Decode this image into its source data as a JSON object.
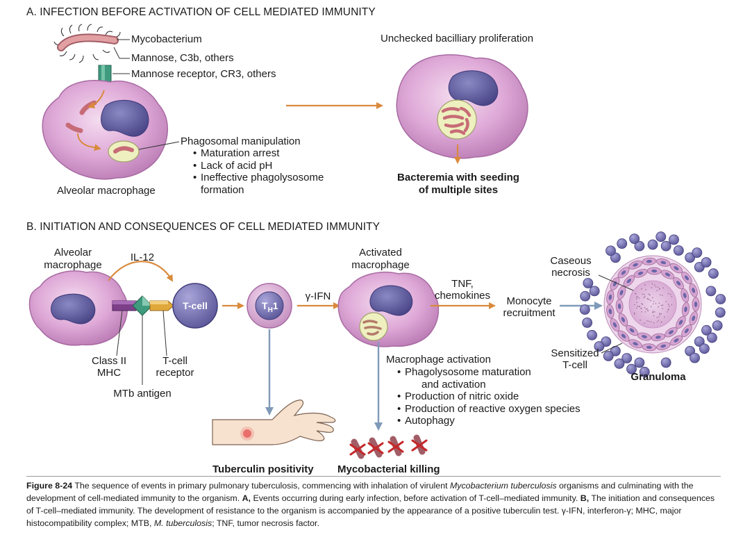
{
  "section_a": {
    "title": "A. INFECTION BEFORE ACTIVATION OF CELL MEDIATED IMMUNITY",
    "labels": {
      "mycobacterium": "Mycobacterium",
      "mannose_c3b": "Mannose, C3b, others",
      "mannose_receptor": "Mannose receptor, CR3, others",
      "alveolar_macrophage": "Alveolar macrophage",
      "phagosomal_title": "Phagosomal manipulation",
      "phagosomal_items": [
        "Maturation arrest",
        "Lack of acid pH",
        "Ineffective phagolysosome",
        "formation"
      ],
      "unchecked": "Unchecked bacilliary proliferation",
      "bacteremia_line1": "Bacteremia with seeding",
      "bacteremia_line2": "of multiple sites"
    }
  },
  "section_b": {
    "title": "B. INITIATION AND CONSEQUENCES OF CELL MEDIATED IMMUNITY",
    "labels": {
      "alveolar_line1": "Alveolar",
      "alveolar_line2": "macrophage",
      "il12": "IL-12",
      "tcell": "T-cell",
      "th1_main": "T",
      "th1_sub": "H",
      "th1_num": "1",
      "gamma_ifn": "γ-IFN",
      "activated_line1": "Activated",
      "activated_line2": "macrophage",
      "tnf_line1": "TNF,",
      "tnf_line2": "chemokines",
      "monocyte_line1": "Monocyte",
      "monocyte_line2": "recruitment",
      "caseous_line1": "Caseous",
      "caseous_line2": "necrosis",
      "sensitized_line1": "Sensitized",
      "sensitized_line2": "T-cell",
      "granuloma": "Granuloma",
      "class2_line1": "Class II",
      "class2_line2": "MHC",
      "tcr_line1": "T-cell",
      "tcr_line2": "receptor",
      "mtb_antigen": "MTb antigen",
      "activation_title": "Macrophage activation",
      "activation_items": [
        "Phagolysosome maturation",
        "and activation",
        "Production of nitric oxide",
        "Production of reactive oxygen species",
        "Autophagy"
      ],
      "tuberculin": "Tuberculin positivity",
      "killing": "Mycobacterial killing"
    }
  },
  "caption": {
    "figure_label": "Figure 8-24",
    "text_1": " The sequence of events in primary pulmonary tuberculosis, commencing with inhalation of virulent ",
    "italic_1": "Mycobacterium tuberculosis",
    "text_2": " organisms and culminating with the development of cell-mediated immunity to the organism. ",
    "bold_a": "A,",
    "text_3": " Events occurring during early infection, before activation of T-cell–mediated immunity. ",
    "bold_b": "B,",
    "text_4": " The initiation and consequences of T-cell–mediated immunity. The development of resistance to the organism is accompanied by the appearance of a positive tuberculin test. γ-IFN, interferon-γ; MHC, major histocompatibility complex; MTB, ",
    "italic_2": "M. tuberculosis",
    "text_5": "; TNF, tumor necrosis factor."
  },
  "colors": {
    "cell_fill": "#d9a3d3",
    "cell_outline": "#a86aa3",
    "nucleus": "#5a5698",
    "bacterium": "#d98787",
    "phagosome": "#eef0bf",
    "arrow_orange": "#d98a3c",
    "arrow_blue": "#7f9ab8",
    "receptor_green": "#3f9a7e",
    "killing_red": "#c4282a"
  },
  "icons": [
    "mycobacterium-icon",
    "receptor-icon",
    "macrophage-icon",
    "t-cell-icon",
    "th1-cell-icon",
    "arm-icon",
    "dead-bacteria-icon",
    "granuloma-icon"
  ]
}
